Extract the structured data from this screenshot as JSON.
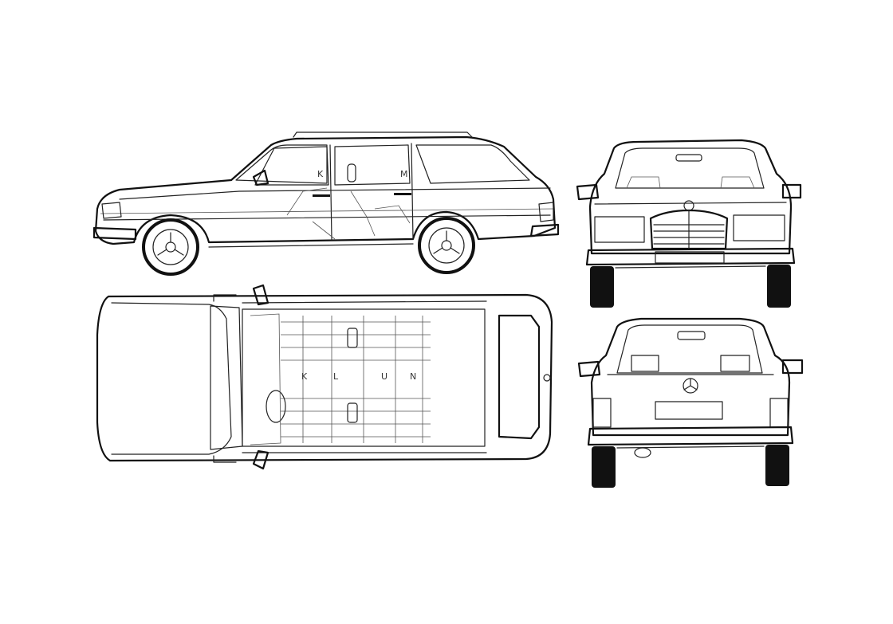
{
  "views": [
    {
      "id": "side",
      "name": "side-view"
    },
    {
      "id": "front",
      "name": "front-view"
    },
    {
      "id": "top",
      "name": "top-view"
    },
    {
      "id": "rear",
      "name": "rear-view"
    }
  ],
  "marks": {
    "side_1": "K",
    "side_2": "M",
    "top_1": "K",
    "top_2": "L",
    "top_3": "U",
    "top_4": "N"
  }
}
